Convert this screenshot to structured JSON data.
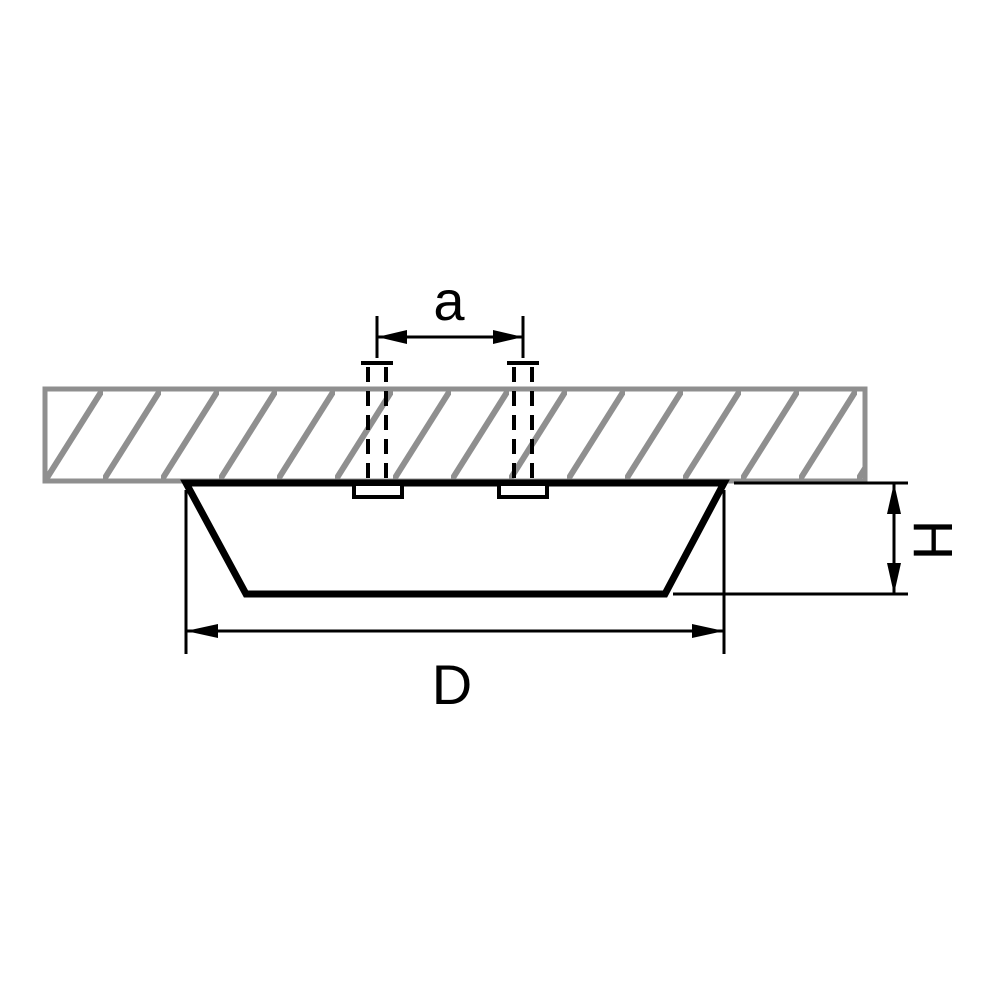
{
  "diagram": {
    "labels": {
      "hole_spacing": "a",
      "diameter": "D",
      "height": "H"
    },
    "colors": {
      "ceiling_gray": "#8f8f8f",
      "line_black": "#000000",
      "background": "#ffffff"
    }
  }
}
